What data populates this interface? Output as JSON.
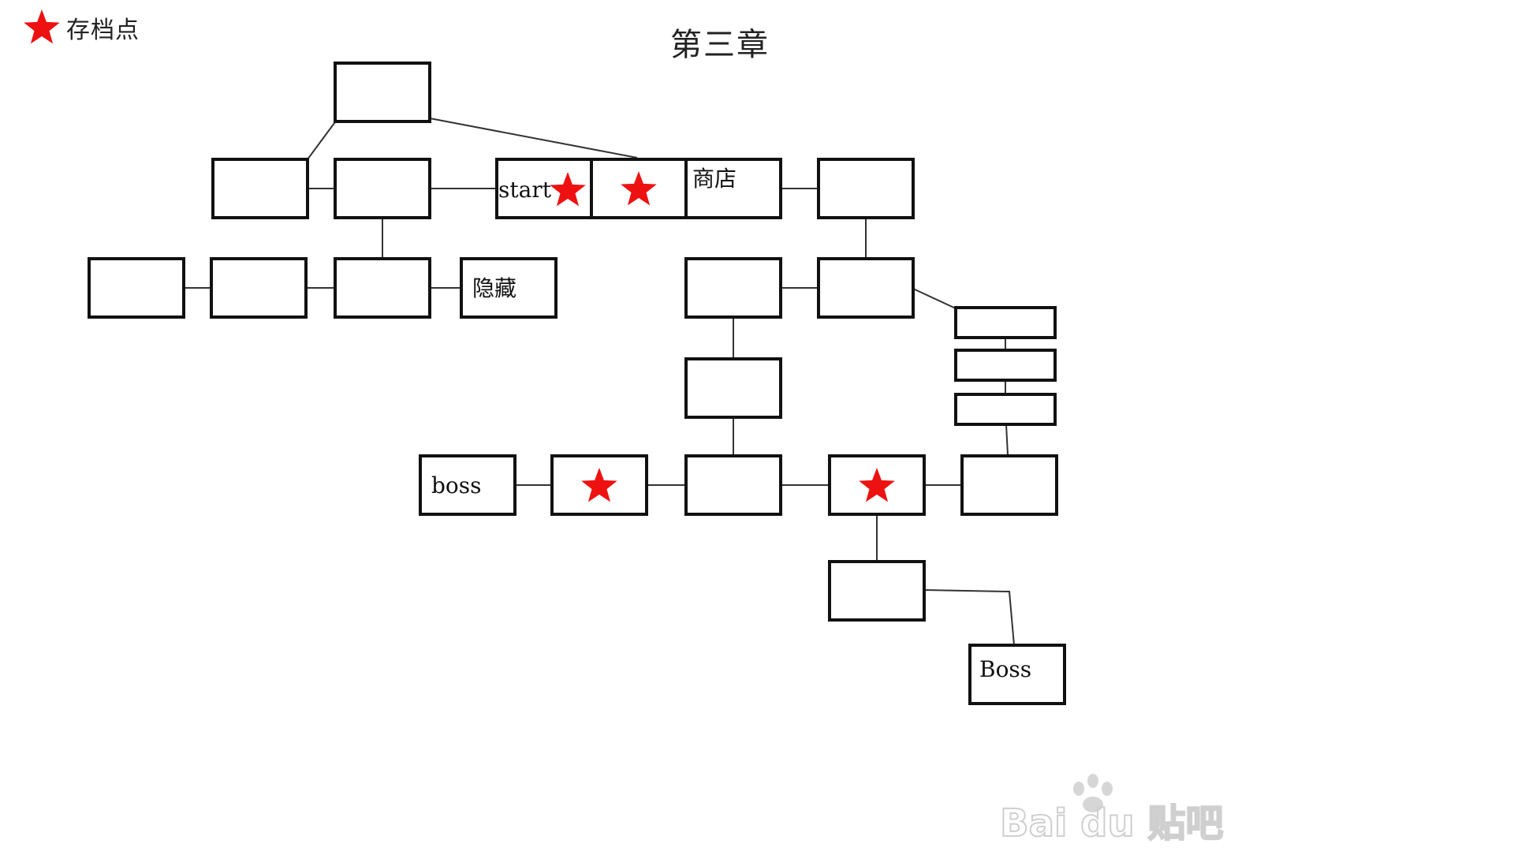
{
  "title": "第三章",
  "legend": {
    "icon": "star-icon",
    "label": "存档点",
    "color": "#ee1111"
  },
  "rooms": [
    {
      "id": "r-top",
      "label": "",
      "save": false
    },
    {
      "id": "r1-a",
      "label": "",
      "save": false
    },
    {
      "id": "r1-b",
      "label": "",
      "save": false
    },
    {
      "id": "r-start",
      "label": "start",
      "save": true
    },
    {
      "id": "r-start-save",
      "label": "",
      "save": true
    },
    {
      "id": "r-shop",
      "label": "商店",
      "save": false
    },
    {
      "id": "r1-right",
      "label": "",
      "save": false
    },
    {
      "id": "r2-a",
      "label": "",
      "save": false
    },
    {
      "id": "r2-b",
      "label": "",
      "save": false
    },
    {
      "id": "r2-c",
      "label": "",
      "save": false
    },
    {
      "id": "r-hidden",
      "label": "隐藏",
      "save": false
    },
    {
      "id": "r2-e",
      "label": "",
      "save": false
    },
    {
      "id": "r2-f",
      "label": "",
      "save": false
    },
    {
      "id": "r-small-1",
      "label": "",
      "save": false
    },
    {
      "id": "r-small-2",
      "label": "",
      "save": false
    },
    {
      "id": "r-small-3",
      "label": "",
      "save": false
    },
    {
      "id": "r3-mid",
      "label": "",
      "save": false
    },
    {
      "id": "r-boss-1",
      "label": "boss",
      "save": false
    },
    {
      "id": "r4-save-1",
      "label": "",
      "save": true
    },
    {
      "id": "r4-c",
      "label": "",
      "save": false
    },
    {
      "id": "r4-save-2",
      "label": "",
      "save": true
    },
    {
      "id": "r4-e",
      "label": "",
      "save": false
    },
    {
      "id": "r5",
      "label": "",
      "save": false
    },
    {
      "id": "r-boss-2",
      "label": "Boss",
      "save": false
    }
  ],
  "links": [
    [
      "r-top",
      "r1-a"
    ],
    [
      "r-top",
      "r-start-save"
    ],
    [
      "r1-a",
      "r1-b"
    ],
    [
      "r1-b",
      "r-start"
    ],
    [
      "r1-b",
      "r2-c"
    ],
    [
      "r2-a",
      "r2-b"
    ],
    [
      "r2-b",
      "r2-c"
    ],
    [
      "r2-c",
      "r-hidden"
    ],
    [
      "r-shop",
      "r1-right"
    ],
    [
      "r1-right",
      "r2-f"
    ],
    [
      "r2-e",
      "r2-f"
    ],
    [
      "r2-e",
      "r3-mid"
    ],
    [
      "r3-mid",
      "r4-c"
    ],
    [
      "r2-f",
      "r-small-1"
    ],
    [
      "r-small-1",
      "r-small-2"
    ],
    [
      "r-small-2",
      "r-small-3"
    ],
    [
      "r-small-3",
      "r4-e"
    ],
    [
      "r-boss-1",
      "r4-save-1"
    ],
    [
      "r4-save-1",
      "r4-c"
    ],
    [
      "r4-c",
      "r4-save-2"
    ],
    [
      "r4-save-2",
      "r4-e"
    ],
    [
      "r4-save-2",
      "r5"
    ],
    [
      "r5",
      "r-boss-2"
    ]
  ],
  "watermark": {
    "logo": "Bai du 贴吧"
  }
}
